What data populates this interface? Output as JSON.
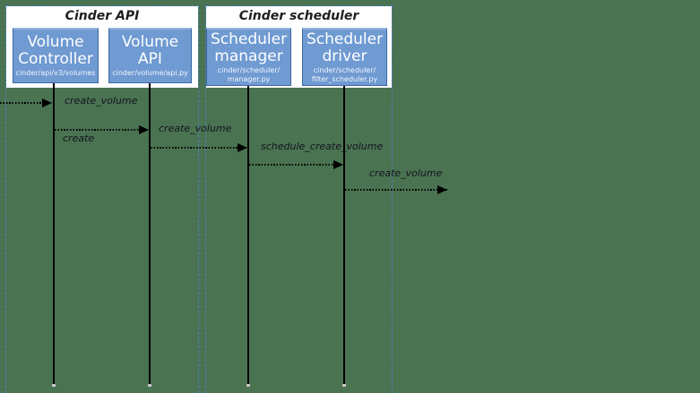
{
  "diagram": {
    "type": "sequence-diagram",
    "frames": [
      {
        "title": "Cinder API",
        "actors": [
          {
            "name": "Volume Controller",
            "path_lines": [
              "cinder/api/v3/volumes"
            ]
          },
          {
            "name": "Volume API",
            "path_lines": [
              "cinder/volume/api.py"
            ]
          }
        ]
      },
      {
        "title": "Cinder scheduler",
        "actors": [
          {
            "name": "Scheduler manager",
            "path_lines": [
              "cinder/scheduler/",
              "manager.py"
            ]
          },
          {
            "name": "Scheduler driver",
            "path_lines": [
              "cinder/scheduler/",
              "filter_scheduler.py"
            ]
          }
        ]
      }
    ],
    "messages": [
      {
        "label": "create_volume",
        "from": "external-left",
        "to": "Volume Controller",
        "line_style": "dotted"
      },
      {
        "label": "create",
        "from": "Volume Controller",
        "to": "Volume API",
        "line_style": "dotted"
      },
      {
        "label": "create_volume",
        "from": "Volume API",
        "to": "Scheduler manager",
        "line_style": "dotted"
      },
      {
        "label": "schedule_create_volume",
        "from": "Scheduler manager",
        "to": "Scheduler driver",
        "line_style": "dotted"
      },
      {
        "label": "create_volume",
        "from": "Scheduler driver",
        "to": "external-right",
        "line_style": "dotted"
      }
    ],
    "colors": {
      "background": "#4a7351",
      "frame_border": "#4d7fbe",
      "frame_head_bg": "#ffffff",
      "actor_fill": "#6f9ad2",
      "actor_border": "#3f689f",
      "actor_text": "#ffffff",
      "lifeline": "#000000",
      "message_line": "#000000",
      "label_text": "#14141f",
      "title_text": "#1f1f1f"
    }
  }
}
